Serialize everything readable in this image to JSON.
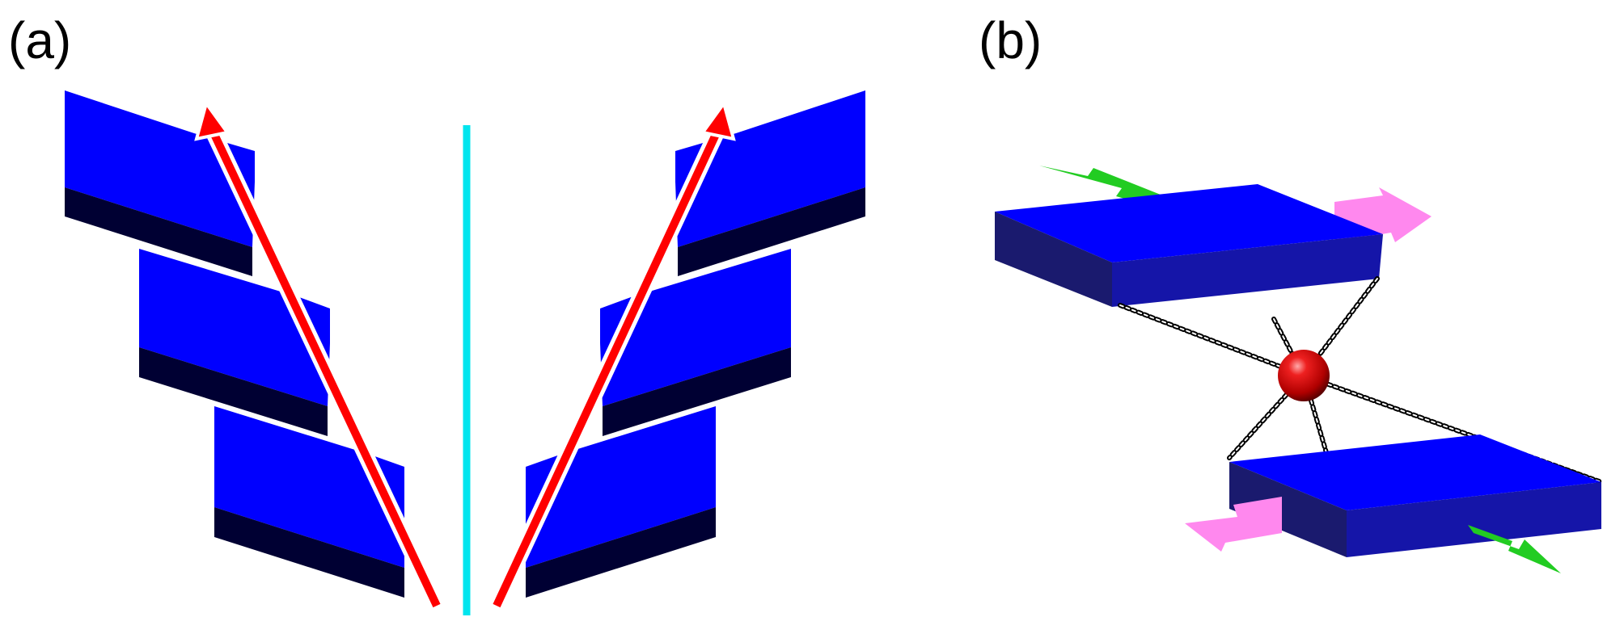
{
  "panels": [
    {
      "id": "a",
      "label": "(a)"
    },
    {
      "id": "b",
      "label": "(b)"
    }
  ],
  "colors": {
    "plate_top": "#0000ff",
    "plate_front": "#000033",
    "plate_side_b": "#1a1a6e",
    "plate_front_b": "#1515a8",
    "arrow_red": "#ff0000",
    "axis_cyan": "#00e5ee",
    "arrow_green": "#22cc22",
    "arrow_pink": "#ff88ee",
    "sphere": "#d40000",
    "bond_dots": "#000000"
  },
  "icons": [
    "plate-stack",
    "red-arrow",
    "cyan-axis",
    "red-sphere",
    "green-arrow",
    "pink-arrow"
  ]
}
